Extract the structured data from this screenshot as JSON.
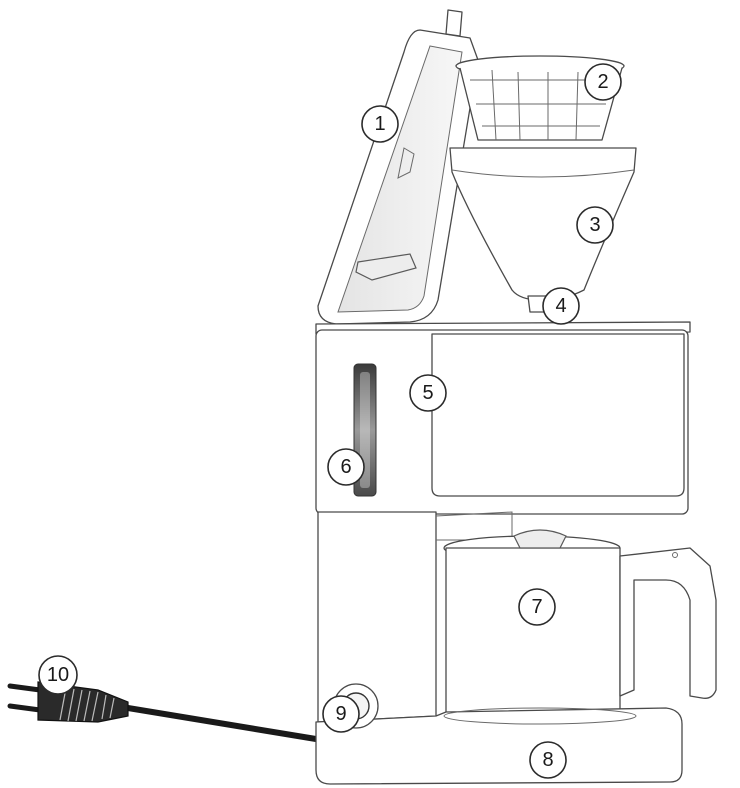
{
  "callouts": [
    {
      "label": "1"
    },
    {
      "label": "2"
    },
    {
      "label": "3"
    },
    {
      "label": "4"
    },
    {
      "label": "5"
    },
    {
      "label": "6"
    },
    {
      "label": "7"
    },
    {
      "label": "8"
    },
    {
      "label": "9"
    },
    {
      "label": "10"
    }
  ],
  "colors": {
    "outline": "#4a4a4a",
    "cord": "#1a1a1a",
    "window": "#777777"
  }
}
